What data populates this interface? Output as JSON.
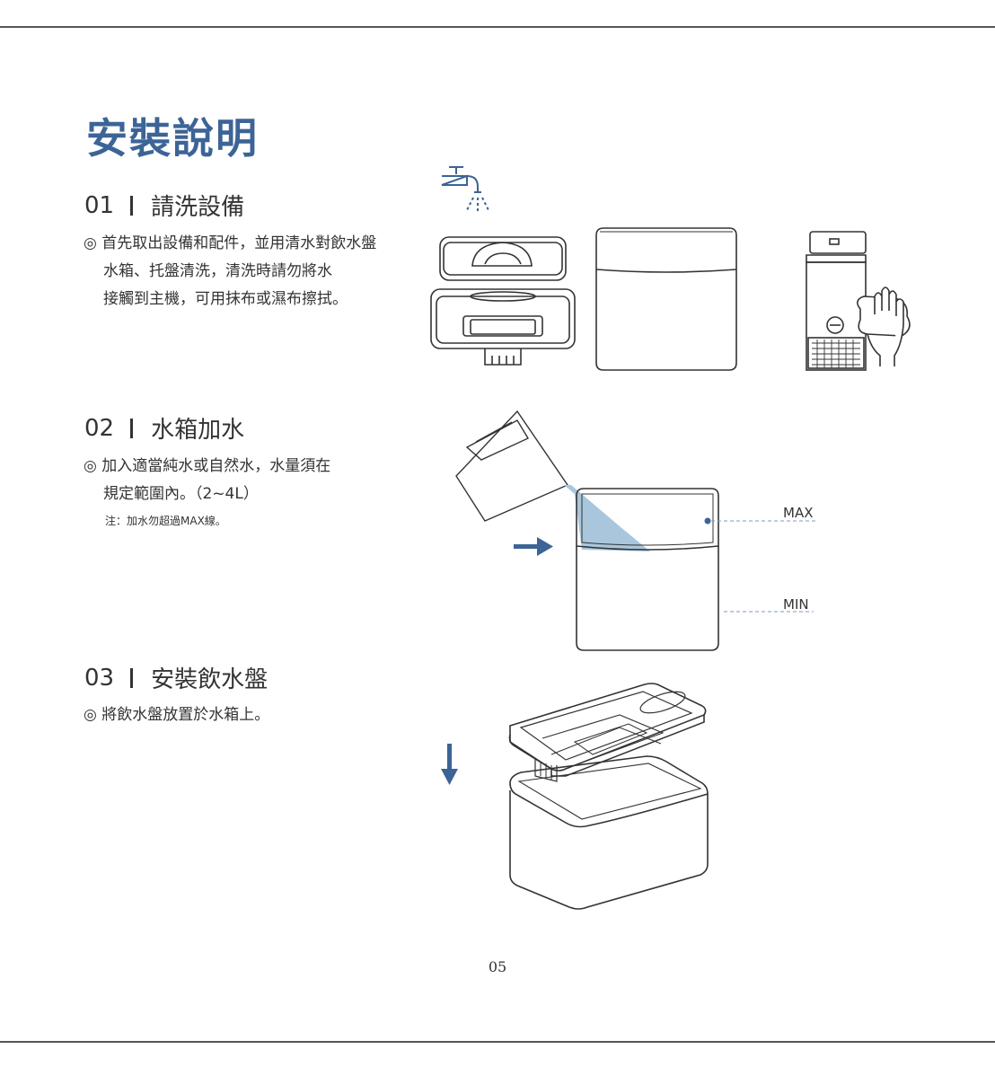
{
  "page": {
    "title": "安裝說明",
    "page_number": "05"
  },
  "steps": [
    {
      "number": "01",
      "heading": "請洗設備",
      "lines": [
        "◎ 首先取出設備和配件，並用清水對飲水盤",
        "水箱、托盤清洗，清洗時請勿將水",
        "接觸到主機，可用抹布或濕布擦拭。"
      ]
    },
    {
      "number": "02",
      "heading": "水箱加水",
      "lines": [
        "◎ 加入適當純水或自然水，水量須在",
        "規定範圍內。（2~4L）"
      ],
      "note": "注：加水勿超過MAX線。"
    },
    {
      "number": "03",
      "heading": "安裝飲水盤",
      "lines": [
        "◎ 將飲水盤放置於水箱上。"
      ]
    }
  ],
  "levels": {
    "max": "MAX",
    "min": "MIN"
  },
  "colors": {
    "accent": "#3c6496",
    "water": "#a9c6dc",
    "line": "#333333"
  },
  "icons": [
    "faucet-icon",
    "hand-wipe-icon",
    "arrow-right-icon",
    "arrow-down-icon"
  ]
}
